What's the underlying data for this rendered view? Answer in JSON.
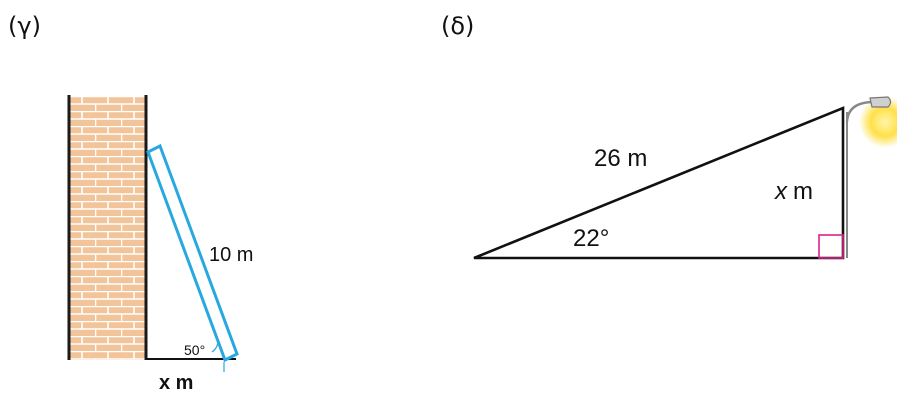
{
  "parts": {
    "gamma": {
      "label": "(γ)",
      "hypotenuse_label": "10 m",
      "angle_label": "50°",
      "base_label": "x m"
    },
    "delta": {
      "label": "(δ)",
      "hypotenuse_label": "26 m",
      "angle_label": "22°",
      "side_var": "x",
      "side_unit": "m"
    }
  },
  "colors": {
    "brick": "#f2c49a",
    "brick_line": "#ffffff",
    "wall_edge": "#1a1a1a",
    "ladder": "#29a8e0",
    "right_angle_mark": "#e0218a",
    "lamp_glow": "#ffe04a",
    "lamp_pole": "#777777",
    "lines": "#111111"
  }
}
